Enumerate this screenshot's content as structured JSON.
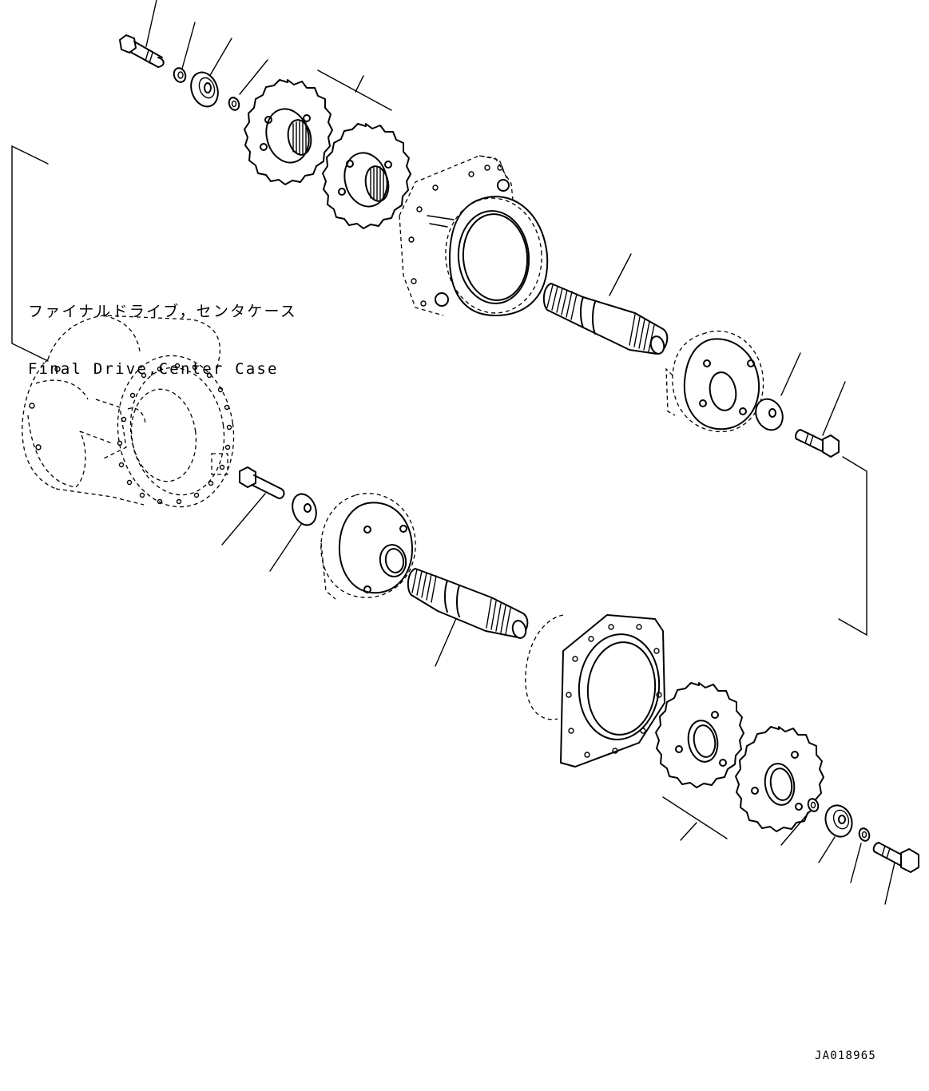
{
  "diagram": {
    "reference_label": {
      "japanese": "ファイナルドライブ，センタケース",
      "english": "Final Drive,Center Case"
    },
    "drawing_id": "JA018965"
  },
  "components": [
    "bolt-icon",
    "washer-icon",
    "seal-icon",
    "sprocket-icon",
    "hub-housing-icon",
    "splined-shaft-icon",
    "planetary-carrier-icon",
    "center-case-icon"
  ]
}
